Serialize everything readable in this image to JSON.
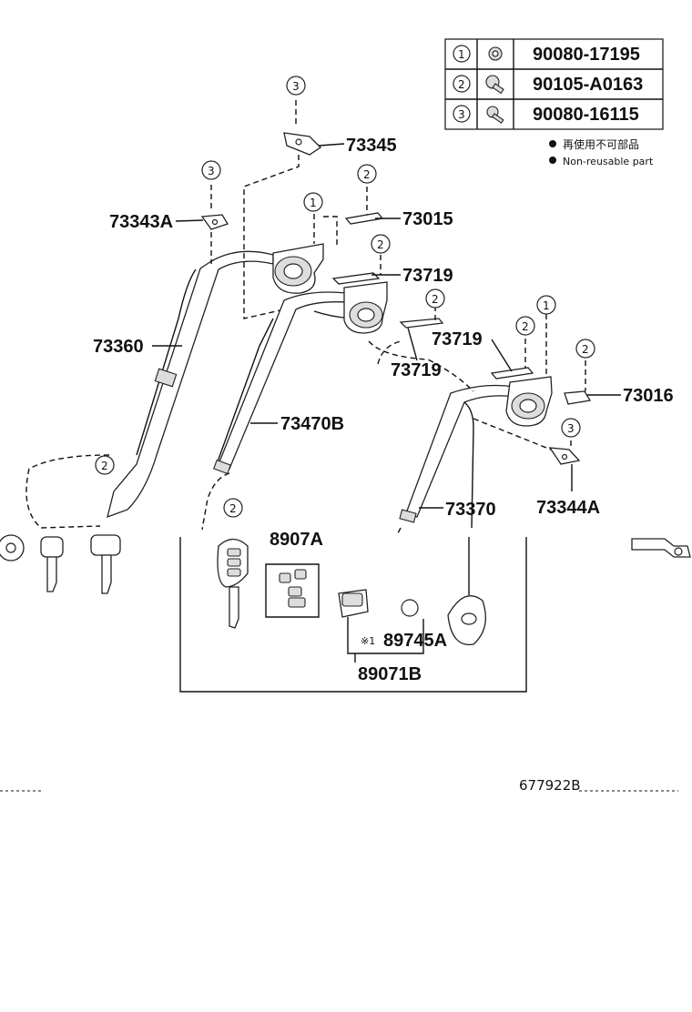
{
  "fastener_table": [
    {
      "ref": "1",
      "part_no": "90080-17195"
    },
    {
      "ref": "2",
      "part_no": "90105-A0163"
    },
    {
      "ref": "3",
      "part_no": "90080-16115"
    }
  ],
  "legend": {
    "jp": "再使用不可部品",
    "en": "Non-reusable part"
  },
  "part_labels": {
    "p73345": "73345",
    "p73343A": "73343A",
    "p73015": "73015",
    "p73719a": "73719",
    "p73719b": "73719",
    "p73719c": "73719",
    "p73360": "73360",
    "p73470B": "73470B",
    "p73016": "73016",
    "p73344A": "73344A",
    "p73370": "73370",
    "p8907A": "8907A",
    "p89745A": "89745A",
    "p89071B": "89071B",
    "note_mark": "※1"
  },
  "callouts": {
    "c1": "1",
    "c2": "2",
    "c3": "3"
  },
  "figure_id": "677922B"
}
